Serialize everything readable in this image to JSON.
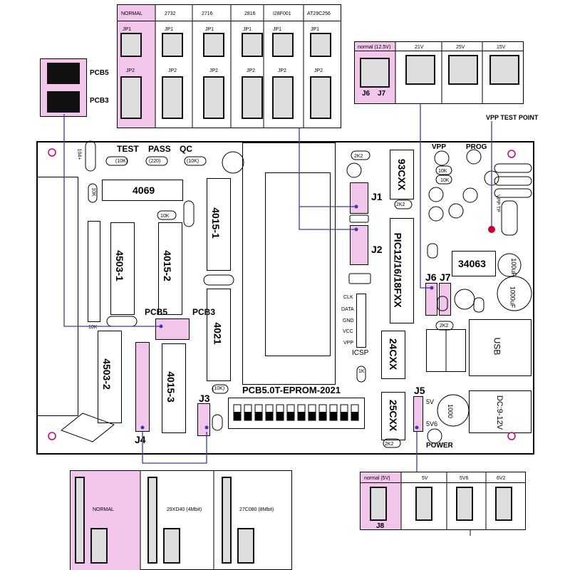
{
  "jp_table": {
    "columns": [
      "NORMAL",
      "2732",
      "2716",
      "2816",
      "I28F001",
      "AT29C256"
    ],
    "jp1": "JP1",
    "jp2": "JP2"
  },
  "pcb_legend": {
    "pcb5": "PCB5",
    "pcb3": "PCB3"
  },
  "vpp_table": {
    "columns": [
      "normal  (12.5V)",
      "21V",
      "25V",
      "15V"
    ],
    "j6": "J6",
    "j7": "J7"
  },
  "vpp_test_point": "VPP TEST POINT",
  "board": {
    "test": "TEST",
    "pass": "PASS",
    "qc": "QC",
    "r_test": "(10K)",
    "r_pass": "(220)",
    "r_qc": "(10K)",
    "c104": "104+",
    "chip_4069": "4069",
    "chip_4503_1": "4503-1",
    "chip_4015_2": "4015-2",
    "chip_4015_1": "4015-1",
    "chip_4021": "4021",
    "chip_4503_2": "4503-2",
    "chip_4015_3": "4015-3",
    "chip_93cxx": "93CXX",
    "chip_pic": "PIC12/16/18FXX",
    "chip_24cxx": "24CXX",
    "chip_25cxx": "25CXX",
    "chip_34063": "34063",
    "r_10k_a": "10K",
    "r_10k_b": "10K",
    "r_10k_c": "10K",
    "r_10k_d": "10K",
    "r_10k_e": "10K",
    "r_10k_f": "(10K)",
    "r_2k2_a": "2K2",
    "r_2k2_b": "2K2",
    "r_2k2_c": "2K2",
    "r_2k2_d": "2K2",
    "r_1k": "1K",
    "j1": "J1",
    "j2": "J2",
    "j3": "J3",
    "j4": "J4",
    "j5": "J5",
    "j6": "J6",
    "j7": "J7",
    "pcb5_v": "PCB5",
    "pcb3_v": "PCB3",
    "icsp": "ICSP",
    "icsp_pins": [
      "CLK",
      "DATA",
      "GND",
      "VCC",
      "VPP"
    ],
    "vpp": "VPP",
    "prog": "PROG",
    "vpp_tp": "VPP TP",
    "power": "POWER",
    "usb": "USB",
    "dc": "DC:9-12V",
    "cap_1000a": "1000",
    "cap_1000b": "1000uF",
    "cap_100": "100uF",
    "j5_5v": "5V",
    "j5_5v6": "5V6",
    "title": "PCB5.0T-EPROM-2021"
  },
  "j8_table": {
    "columns": [
      "normal  (5V)",
      "5V",
      "5V6",
      "6V2"
    ],
    "j8": "J8"
  },
  "j34_table": {
    "normal": "NORMAL",
    "c29": "29XD40  (4Mbit)",
    "c27": "27C080  (8Mbit)"
  },
  "colors": {
    "pink": "#f2c6ea",
    "line": "#3a3aa8",
    "red": "#d0002a"
  }
}
